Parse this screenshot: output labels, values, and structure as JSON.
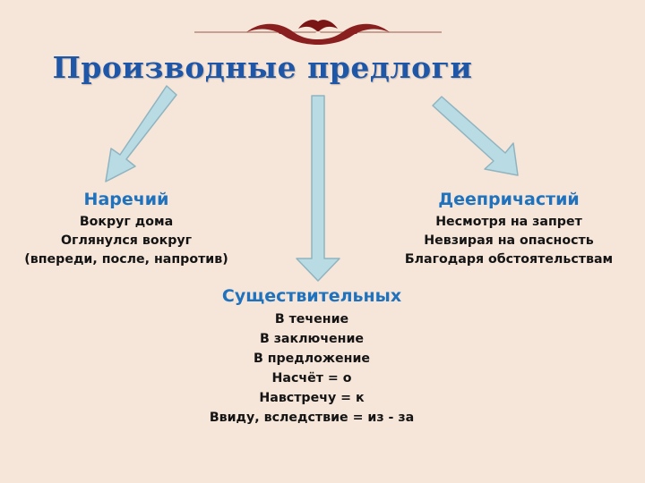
{
  "title": "Производные предлоги",
  "adverbs": {
    "heading": "Наречий",
    "lines": [
      "Вокруг дома",
      "Оглянулся вокруг",
      "(впереди, после, напротив)"
    ]
  },
  "gerunds": {
    "heading": "Деепричастий",
    "lines": [
      "Несмотря на запрет",
      "Невзирая на опасность",
      "Благодаря обстоятельствам"
    ]
  },
  "nouns": {
    "heading": "Существительных",
    "lines": [
      "В течение",
      "В заключение",
      "В предложение",
      "Насчёт = о",
      "Навстречу = к",
      "Ввиду, вследствие = из - за"
    ]
  },
  "colors": {
    "background": "#f6e5d9",
    "title": "#1f57a8",
    "heading": "#1f72bd",
    "arrow_fill": "#b9dbe3",
    "arrow_stroke": "#8fb4c0",
    "ornament": "#8a1f1f"
  }
}
